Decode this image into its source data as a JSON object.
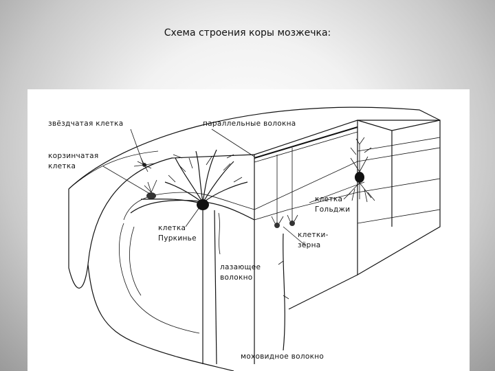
{
  "slide": {
    "title": "Схема строения коры мозжечка:"
  },
  "diagram": {
    "labels": {
      "stellate_cell": "звёздчатая клетка",
      "parallel_fibers": "параллельные волокна",
      "basket_cell_1": "корзинчатая",
      "basket_cell_2": "клетка",
      "golgi_cell_1": "клетка",
      "golgi_cell_2": "Гольджи",
      "purkinje_cell_1": "клетка",
      "purkinje_cell_2": "Пуркинье",
      "granule_cells_1": "клетки-",
      "granule_cells_2": "зёрна",
      "climbing_fiber_1": "лазающее",
      "climbing_fiber_2": "волокно",
      "mossy_fiber": "моховидное волокно"
    }
  }
}
